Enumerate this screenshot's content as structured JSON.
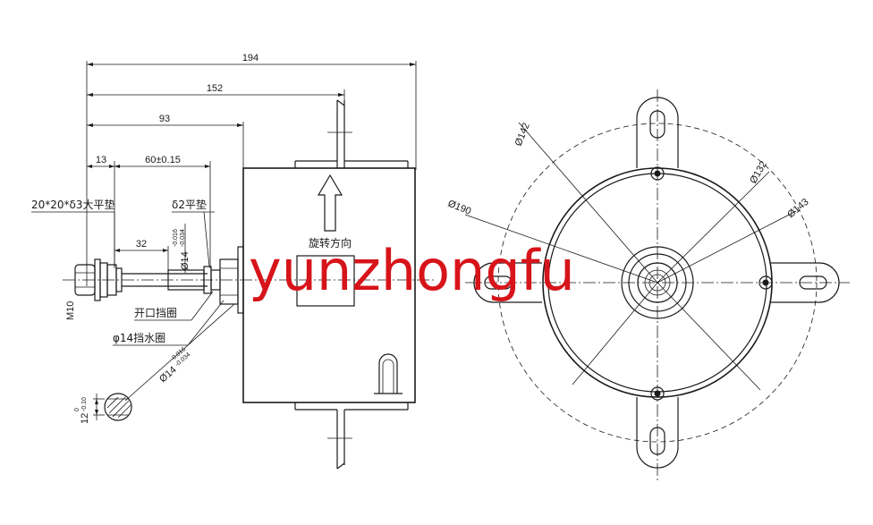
{
  "dimensions": {
    "overall_length": "194",
    "length_152": "152",
    "length_93": "93",
    "length_13": "13",
    "length_60": "60±0.15",
    "length_32": "32",
    "thread": "M10",
    "shaft_dia_main": "Ø14",
    "shaft_dia_main_tol_upper": "-0.016",
    "shaft_dia_main_tol_lower": "-0.034",
    "shaft_dia_lower": "Ø14",
    "shaft_dia_lower_tol_upper": "-0.016",
    "shaft_dia_lower_tol_lower": "-0.034",
    "key_width": "12",
    "key_width_tol_upper": "0",
    "key_width_tol_lower": "-0.10"
  },
  "annotations": {
    "big_washer": "20*20*δ3大平垫",
    "flat_washer": "δ2平垫",
    "open_retaining_ring": "开口挡圈",
    "water_ring": "φ14挡水圈",
    "rotation_direction": "旋转方向"
  },
  "front_view": {
    "d142": "Ø142",
    "d132": "Ø132",
    "d143": "Ø143",
    "d190": "Ø190"
  },
  "watermark": "yunzhongfu",
  "colors": {
    "line": "#1a1a1a",
    "watermark": "#d6141a"
  }
}
